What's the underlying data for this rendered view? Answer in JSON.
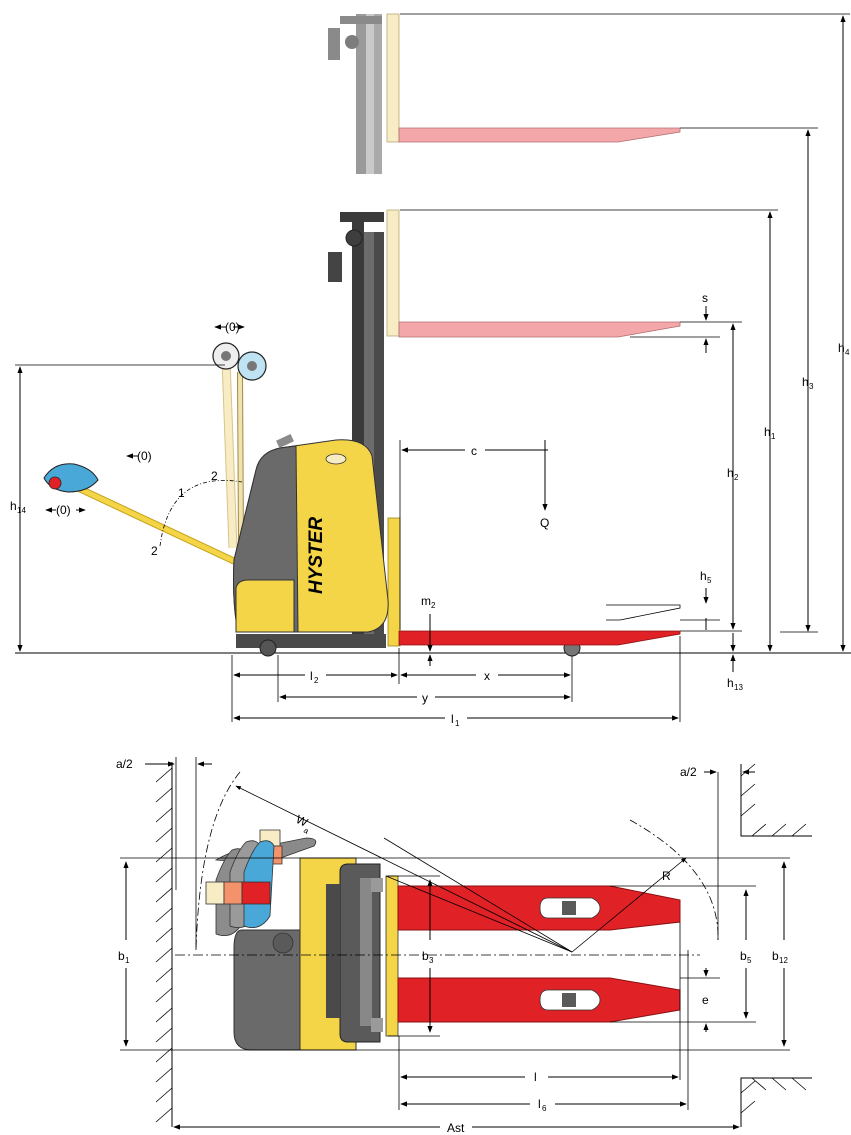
{
  "brand": "HYSTER",
  "side_view": {
    "labels": {
      "s": "s",
      "c": "c",
      "Q": "Q",
      "h1": "h",
      "h1_sub": "1",
      "h2": "h",
      "h2_sub": "2",
      "h3": "h",
      "h3_sub": "3",
      "h4": "h",
      "h4_sub": "4",
      "h5": "h",
      "h5_sub": "5",
      "h13": "h",
      "h13_sub": "13",
      "h14": "h",
      "h14_sub": "14",
      "m2": "m",
      "m2_sub": "2",
      "l2": "l",
      "l2_sub": "2",
      "x": "x",
      "y": "y",
      "l1": "l",
      "l1_sub": "1",
      "zero_top": "(0)",
      "zero_mid": "(0)",
      "zero_low": "(0)",
      "n1": "1",
      "n2a": "2",
      "n2b": "2"
    }
  },
  "top_view": {
    "labels": {
      "a2_left": "a/2",
      "a2_right": "a/2",
      "wa": "W",
      "wa_sub": "a",
      "R": "R",
      "b1": "b",
      "b1_sub": "1",
      "b3": "b",
      "b3_sub": "3",
      "b5": "b",
      "b5_sub": "5",
      "b12": "b",
      "b12_sub": "12",
      "e": "e",
      "l": "l",
      "l6": "l",
      "l6_sub": "6",
      "ast": "Ast"
    }
  },
  "colors": {
    "yellow": "#f5d548",
    "dark_gray": "#5a5a5a",
    "mid_gray": "#8a8a8a",
    "light_gray": "#b8b8b8",
    "red": "#e02227",
    "pink": "#f4a7a9",
    "cream": "#f7ecc4",
    "blue": "#4aa8d8"
  }
}
